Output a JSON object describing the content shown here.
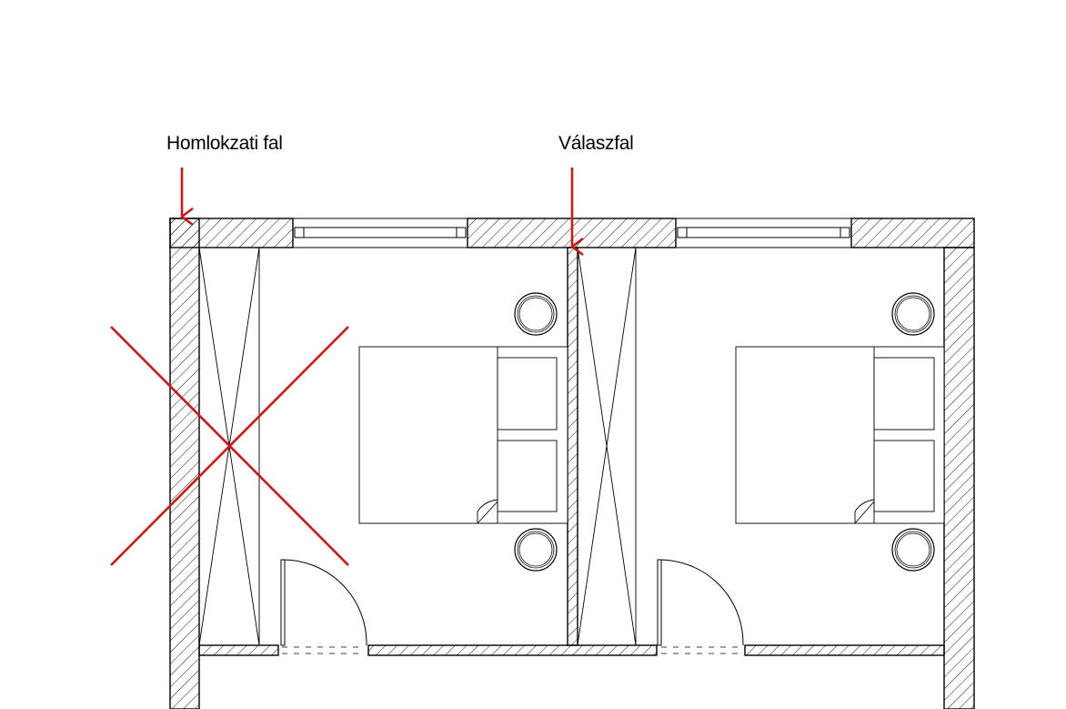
{
  "labels": {
    "front_wall": "Homlokzati fal",
    "partition_wall": "Válaszfal"
  },
  "colors": {
    "annotation": "#d01818",
    "line": "#000000",
    "background": "#ffffff"
  },
  "annotations": {
    "front_wall_arrow": "arrow pointing down to the exterior facade wall",
    "partition_wall_arrow": "arrow pointing down to the interior partition wall",
    "cross_out": "red X marking the left wardrobe"
  }
}
